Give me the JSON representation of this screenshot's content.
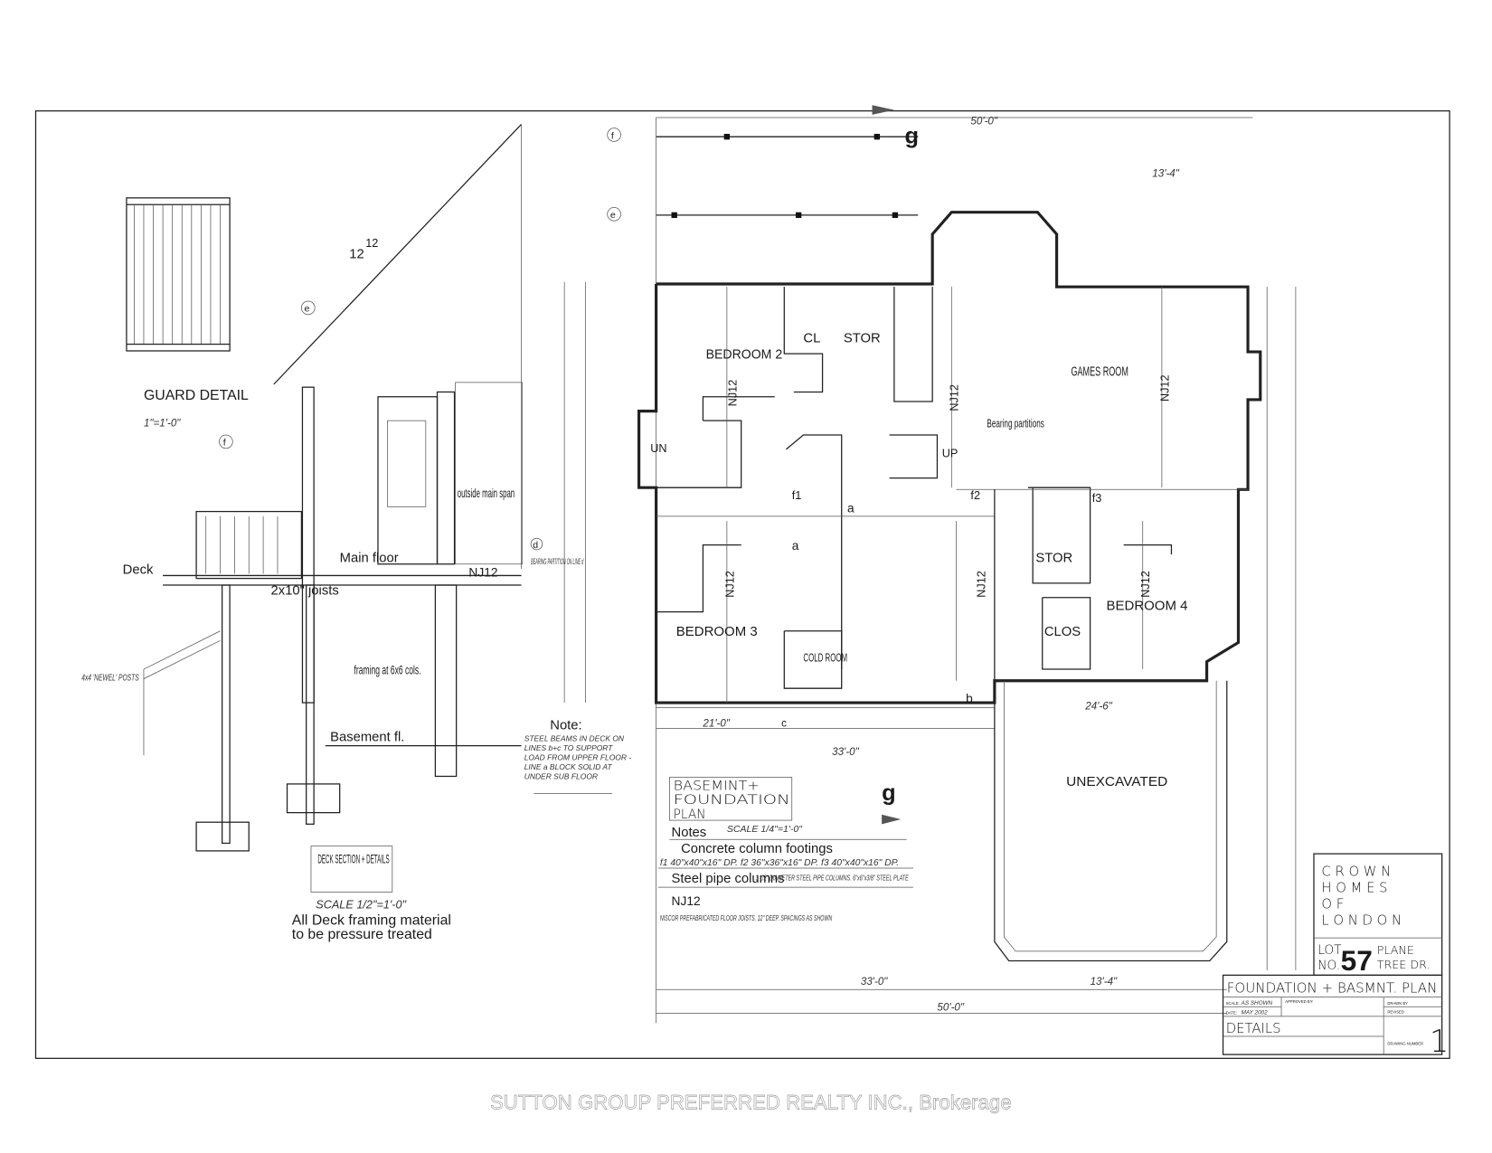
{
  "grid_labels": {
    "f": "f",
    "e": "e",
    "g": "g",
    "d": "d",
    "a": "a",
    "b": "b",
    "c": "c"
  },
  "guard_detail": {
    "title": "GUARD DETAIL",
    "scale": "1\"=1'-0\""
  },
  "deck_section": {
    "roof_pitch_a": "12",
    "roof_pitch_b": "12",
    "main_floor": "Main floor",
    "deck": "Deck",
    "joists": "2x10\" joists",
    "nj12": "NJ12",
    "outside_span": "outside main span",
    "framing": "framing at 6x6 cols.",
    "basement": "Basement fl.",
    "newel": "4x4 'NEWEL' POSTS",
    "title": "DECK SECTION + DETAILS",
    "scale": "SCALE 1/2\"=1'-0\"",
    "note_line1": "All Deck framing material",
    "note_line2": "to be pressure treated"
  },
  "plan": {
    "rooms": {
      "bedroom2": "BEDROOM 2",
      "cl": "CL",
      "stor1": "STOR",
      "games": "GAMES ROOM",
      "bedroom3": "BEDROOM 3",
      "cold": "COLD ROOM",
      "stor2": "STOR",
      "clos": "CLOS",
      "bedroom4": "BEDROOM 4",
      "unexcavated": "UNEXCAVATED",
      "un": "UN",
      "up": "UP",
      "bearing": "Bearing partitions",
      "bearing_d": "BEARING PARTITION ON LINE d"
    },
    "joists": [
      "NJ12",
      "NJ12",
      "NJ12",
      "NJ12",
      "NJ12",
      "NJ12"
    ],
    "footings": [
      "f1",
      "f2",
      "f3"
    ],
    "dims": {
      "top": "50'-0\"",
      "bottom": "50'-0\"",
      "d33a": "33'-0\"",
      "d33b": "33'-0\"",
      "d21": "21'-0\"",
      "d13": "13'-4\"",
      "d24": "24'-6\"",
      "d13b": "13'-4\""
    }
  },
  "note_box": {
    "title": "Note:",
    "text": "STEEL BEAMS IN DECK ON LINES b+c TO SUPPORT LOAD FROM UPPER FLOOR - LINE a BLOCK SOLID AT UNDER SUB FLOOR"
  },
  "legend": {
    "title1": "BASEMINT+",
    "title2": "FOUNDATION",
    "title3": "PLAN",
    "notes": "Notes",
    "scale": "SCALE 1/4\"=1'-0\"",
    "footings_label": "Concrete column footings",
    "footings_values": "f1 40\"x40\"x16\" DP.  f2 36\"x36\"x16\" DP.  f3 40\"x40\"x16\" DP.",
    "pipe_label": "Steel pipe columns",
    "pipe_values": "3 1/2\" DIAMETER STEEL PIPE COLUMNS. 6\"x6\"x3/8\" STEEL PLATE",
    "nj12_label": "NJ12",
    "nj12_values": "NISCOR PREFABRICATED FLOOR JOISTS. 12\" DEEP. SPACINGS AS SHOWN"
  },
  "title_block": {
    "company_line1": "C R O W N",
    "company_line2": "H O M E S",
    "company_line3": "O F",
    "company_line4": "L O N D O N",
    "lot_label1": "LOT",
    "lot_label2": "NO.",
    "lot_number": "57",
    "street1": "PLANE",
    "street2": "TREE DR.",
    "drawing_title": "FOUNDATION + BASMNT. PLAN",
    "scale_label": "SCALE:",
    "scale_value": "AS SHOWN",
    "date_label": "DATE:",
    "date_value": "MAY 2002",
    "approved_label": "APPROVED BY:",
    "drawn_label": "DRAWN BY",
    "revised_label": "REVISED",
    "sheet_title": "DETAILS",
    "drawing_number_label": "DRAWING NUMBER",
    "drawing_number": "1"
  },
  "watermark": "SUTTON GROUP PREFERRED REALTY INC., Brokerage"
}
